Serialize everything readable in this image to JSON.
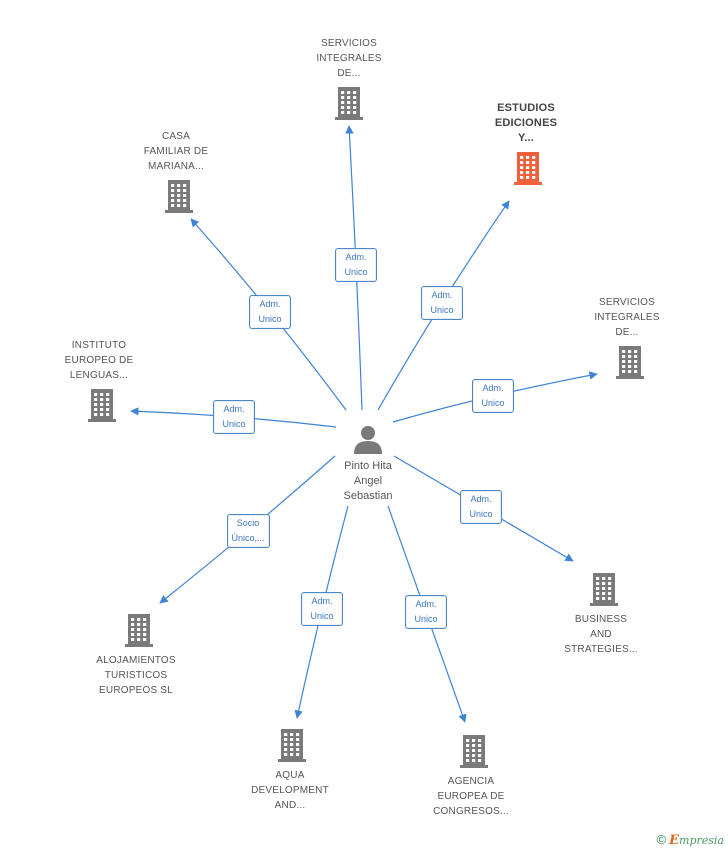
{
  "center": {
    "name": "Pinto Hita\nAngel\nSebastian"
  },
  "colors": {
    "edge": "#3f83d4",
    "building": "#7a7a7a",
    "building_highlight": "#f0603a",
    "edge_label_border": "#4a86c8"
  },
  "nodes": [
    {
      "id": "servicios-1",
      "label": "SERVICIOS\nINTEGRALES\nDE...",
      "highlight": false
    },
    {
      "id": "estudios",
      "label": "ESTUDIOS\nEDICIONES\nY...",
      "highlight": true
    },
    {
      "id": "casa",
      "label": "CASA\nFAMILIAR DE\nMARIANA...",
      "highlight": false
    },
    {
      "id": "servicios-2",
      "label": "SERVICIOS\nINTEGRALES\nDE...",
      "highlight": false
    },
    {
      "id": "instituto",
      "label": "INSTITUTO\nEUROPEO DE\nLENGUAS...",
      "highlight": false
    },
    {
      "id": "business",
      "label": "BUSINESS\nAND\nSTRATEGIES...",
      "highlight": false
    },
    {
      "id": "alojamientos",
      "label": "ALOJAMIENTOS\nTURISTICOS\nEUROPEOS SL",
      "highlight": false
    },
    {
      "id": "aqua",
      "label": "AQUA\nDEVELOPMENT\nAND...",
      "highlight": false
    },
    {
      "id": "agencia",
      "label": "AGENCIA\nEUROPEA DE\nCONGRESOS...",
      "highlight": false
    }
  ],
  "edges": [
    {
      "to": "servicios-1",
      "label": "Adm.\nUnico"
    },
    {
      "to": "estudios",
      "label": "Adm.\nUnico"
    },
    {
      "to": "casa",
      "label": "Adm.\nUnico"
    },
    {
      "to": "servicios-2",
      "label": "Adm.\nUnico"
    },
    {
      "to": "instituto",
      "label": "Adm.\nUnico"
    },
    {
      "to": "business",
      "label": "Adm.\nUnico"
    },
    {
      "to": "alojamientos",
      "label": "Socio\nÚnico,..."
    },
    {
      "to": "aqua",
      "label": "Adm.\nUnico"
    },
    {
      "to": "agencia",
      "label": "Adm.\nUnico"
    }
  ],
  "footer": {
    "copyright": "©",
    "brand_initial": "E",
    "brand_rest": "mpresia"
  }
}
